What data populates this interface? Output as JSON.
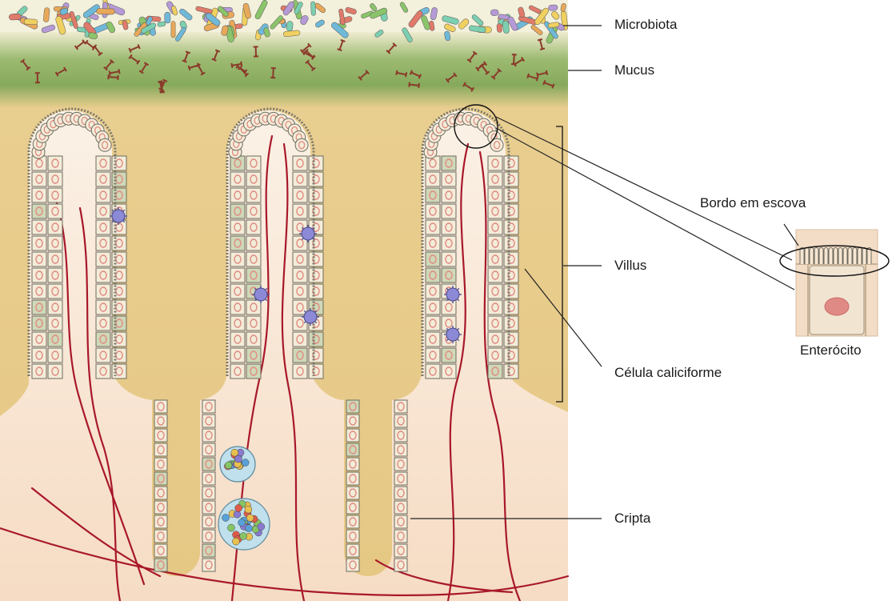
{
  "labels": {
    "microbiota": "Microbiota",
    "mucus": "Mucus",
    "villus": "Villus",
    "bordo_em_escova": "Bordo em escova",
    "enterocito": "Enterócito",
    "celula_caliciforme": "Célula caliciforme",
    "cripta": "Cripta"
  },
  "colors": {
    "lumen": "#e8c888",
    "mucus": "#7fa05a",
    "tissue": "#f8e2cb",
    "cell_fill": "#f3ecd9",
    "cell_border": "#6e6a5e",
    "nucleus": "#e08a80",
    "goblet": "#cfd8b8",
    "vessel": "#a8182a",
    "immune_cell": "#8c8ad6",
    "leader_line": "#222222"
  }
}
